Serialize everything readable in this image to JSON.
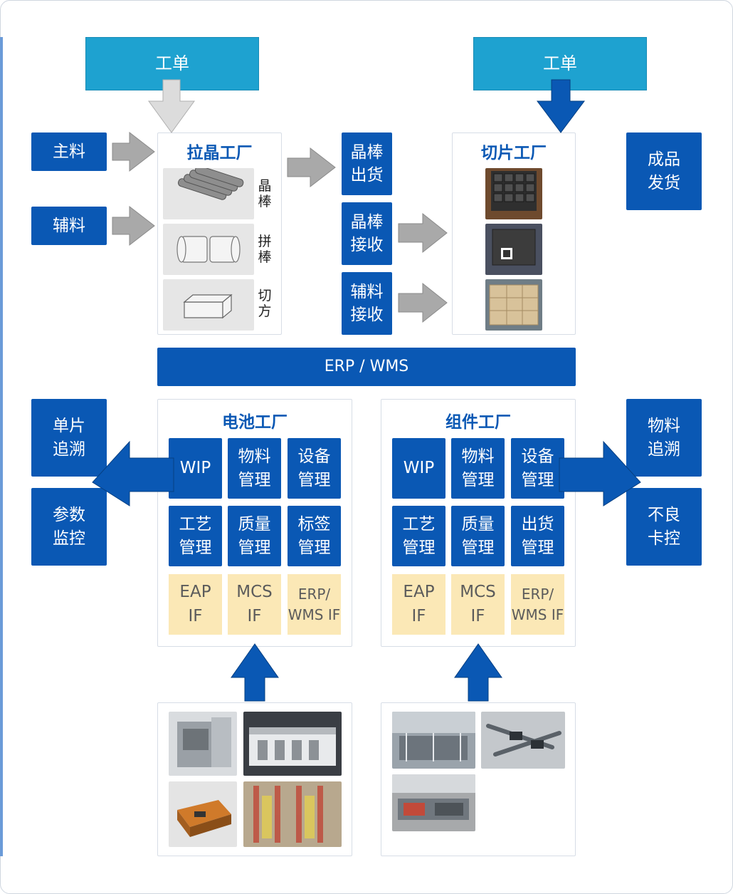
{
  "work_orders": {
    "left": "工单",
    "right": "工单"
  },
  "inputs": {
    "main_material": "主料",
    "aux_material": "辅料"
  },
  "crystal_factory": {
    "title": "拉晶工厂",
    "steps": [
      "晶\n棒",
      "拼\n棒",
      "切\n方"
    ]
  },
  "middle_column": {
    "ingot_shipping": "晶棒\n出货",
    "ingot_receiving": "晶棒\n接收",
    "aux_receiving": "辅料\n接收"
  },
  "slicing_factory": {
    "title": "切片工厂"
  },
  "finished_shipping": "成品\n发货",
  "erp_bar": "ERP / WMS",
  "left_outputs": {
    "single_trace": "单片\n追溯",
    "param_monitor": "参数\n监控"
  },
  "right_outputs": {
    "material_trace": "物料\n追溯",
    "defect_control": "不良\n卡控"
  },
  "cell_factory": {
    "title": "电池工厂",
    "modules": [
      "WIP",
      "物料\n管理",
      "设备\n管理",
      "工艺\n管理",
      "质量\n管理",
      "标签\n管理"
    ],
    "interfaces": [
      "EAP\nIF",
      "MCS\nIF",
      "ERP/\nWMS IF"
    ]
  },
  "module_factory": {
    "title": "组件工厂",
    "modules": [
      "WIP",
      "物料\n管理",
      "设备\n管理",
      "工艺\n管理",
      "质量\n管理",
      "出货\n管理"
    ],
    "interfaces": [
      "EAP\nIF",
      "MCS\nIF",
      "ERP/\nWMS IF"
    ]
  },
  "colors": {
    "primary_blue": "#0a58b4",
    "teal": "#1ea2d0",
    "interface_yellow": "#fbe8b6",
    "gray_arrow": "#a9a9a9"
  }
}
